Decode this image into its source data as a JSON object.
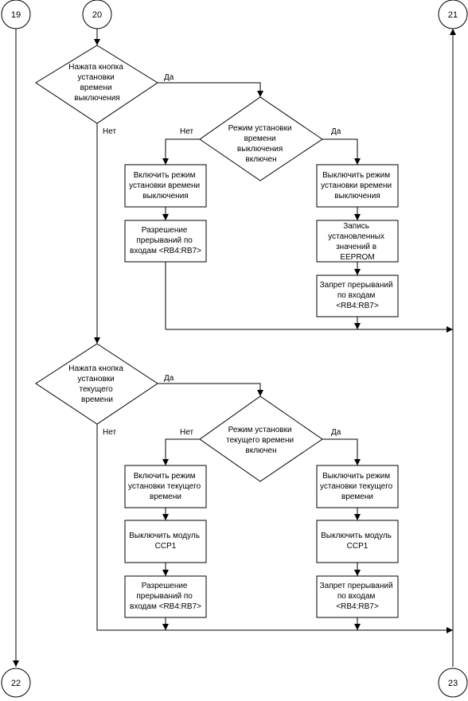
{
  "connectors": {
    "c19": "19",
    "c20": "20",
    "c21": "21",
    "c22": "22",
    "c23": "23"
  },
  "section1": {
    "decision_main": [
      "Нажата кнопка",
      "установки",
      "времени",
      "выключения"
    ],
    "decision_mode": [
      "Режим установки",
      "времени",
      "выключения",
      "включен"
    ],
    "yes_main": "Да",
    "no_main": "Нет",
    "yes_mode": "Да",
    "no_mode": "Нет",
    "left_proc1": [
      "Включить режим",
      "установки времени",
      "выключения"
    ],
    "left_proc2": [
      "Разрешение",
      "прерываний по",
      "входам <RB4:RB7>"
    ],
    "right_proc1": [
      "Выключить режим",
      "установки времени",
      "выключения"
    ],
    "right_proc2": [
      "Запись",
      "установленных",
      "значений в",
      "EEPROM"
    ],
    "right_proc3": [
      "Запрет прерываний",
      "по входам",
      "<RB4:RB7>"
    ]
  },
  "section2": {
    "decision_main": [
      "Нажата кнопка",
      "установки",
      "текущего",
      "времени"
    ],
    "decision_mode": [
      "Режим установки",
      "текущего времени",
      "включен"
    ],
    "yes_main": "Да",
    "no_main": "Нет",
    "yes_mode": "Да",
    "no_mode": "Нет",
    "left_proc1": [
      "Включить режим",
      "установки текущего",
      "времени"
    ],
    "left_proc2": [
      "Выключить модуль",
      "CCP1"
    ],
    "left_proc3": [
      "Разрешение",
      "прерываний по",
      "входам <RB4:RB7>"
    ],
    "right_proc1": [
      "Выключить режим",
      "установки текущего",
      "времени"
    ],
    "right_proc2": [
      "Выключить модуль",
      "CCP1"
    ],
    "right_proc3": [
      "Запрет прерываний",
      "по входам",
      "<RB4:RB7>"
    ]
  }
}
